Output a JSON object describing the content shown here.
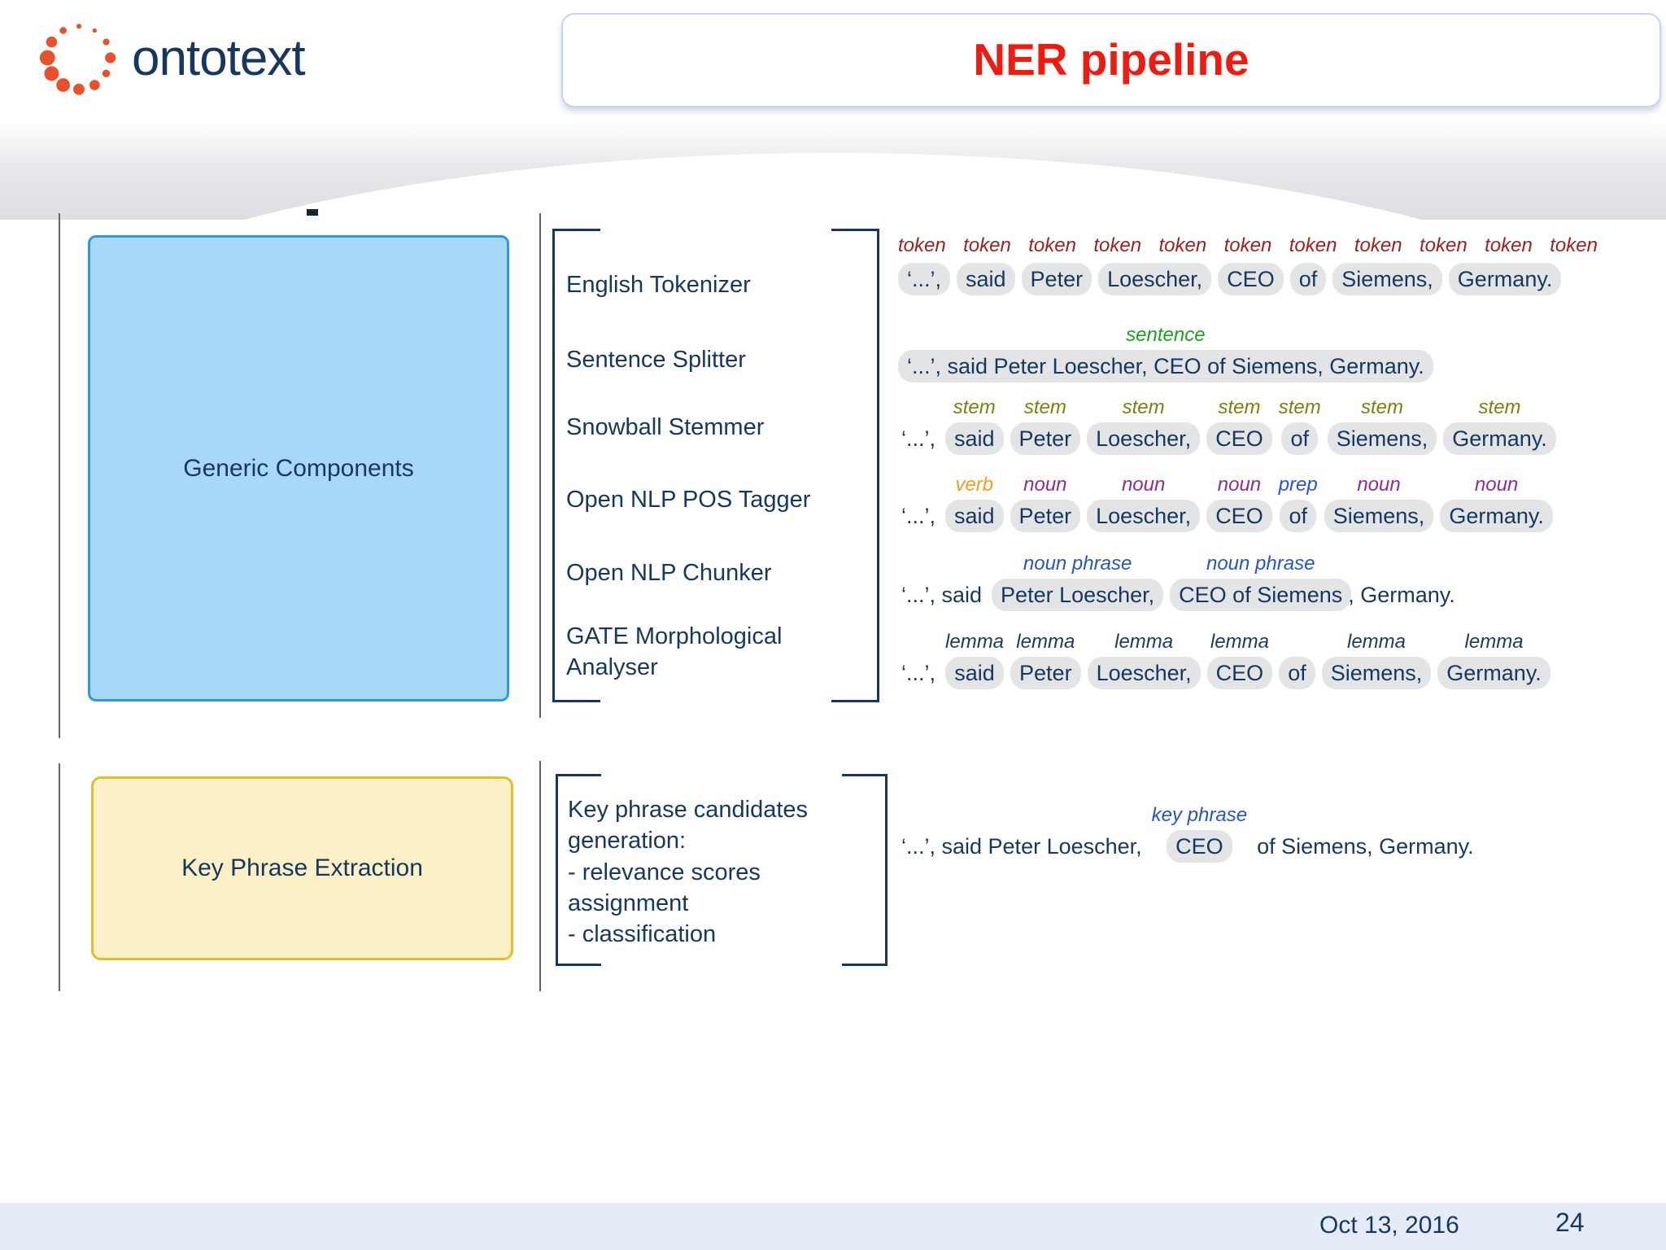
{
  "header": {
    "logo_text": "ontotext",
    "title": "NER pipeline"
  },
  "generic_section": {
    "box_label": "Generic Components",
    "components": [
      "English Tokenizer",
      "Sentence Splitter",
      "Snowball Stemmer",
      "Open NLP POS Tagger",
      "Open NLP Chunker",
      "GATE Morphological Analyser"
    ],
    "rows": [
      {
        "name": "tokens",
        "token_labels": [
          "token",
          "token",
          "token",
          "token",
          "token",
          "token",
          "token",
          "token",
          "token",
          "token",
          "token"
        ],
        "units": [
          {
            "t": "‘...’,",
            "p": true
          },
          {
            "t": "said",
            "p": true
          },
          {
            "t": "Peter",
            "p": true
          },
          {
            "t": "Loescher,",
            "p": true
          },
          {
            "t": "CEO",
            "p": true
          },
          {
            "t": "of",
            "p": true
          },
          {
            "t": "Siemens,",
            "p": true
          },
          {
            "t": "Germany.",
            "p": true
          }
        ]
      },
      {
        "name": "sentence",
        "units": [
          {
            "t": "‘...’, said Peter Loescher, CEO of Siemens, Germany.",
            "p": true,
            "l": "sentence",
            "c": "sentence"
          }
        ]
      },
      {
        "name": "stems",
        "units": [
          {
            "t": "‘...’,"
          },
          {
            "t": "said",
            "p": true,
            "l": "stem",
            "c": "stem"
          },
          {
            "t": "Peter",
            "p": true,
            "l": "stem",
            "c": "stem"
          },
          {
            "t": "Loescher,",
            "p": true,
            "l": "stem",
            "c": "stem"
          },
          {
            "t": "CEO",
            "p": true,
            "l": "stem",
            "c": "stem"
          },
          {
            "t": "of",
            "p": true,
            "l": "stem",
            "c": "stem"
          },
          {
            "t": "Siemens,",
            "p": true,
            "l": "stem",
            "c": "stem"
          },
          {
            "t": "Germany.",
            "p": true,
            "l": "stem",
            "c": "stem"
          }
        ]
      },
      {
        "name": "pos",
        "units": [
          {
            "t": "‘...’,"
          },
          {
            "t": "said",
            "p": true,
            "l": "verb",
            "c": "verb"
          },
          {
            "t": "Peter",
            "p": true,
            "l": "noun",
            "c": "noun"
          },
          {
            "t": "Loescher,",
            "p": true,
            "l": "noun",
            "c": "noun"
          },
          {
            "t": "CEO",
            "p": true,
            "l": "noun",
            "c": "noun"
          },
          {
            "t": "of",
            "p": true,
            "l": "prep",
            "c": "prep"
          },
          {
            "t": "Siemens,",
            "p": true,
            "l": "noun",
            "c": "noun"
          },
          {
            "t": "Germany.",
            "p": true,
            "l": "noun",
            "c": "noun"
          }
        ]
      },
      {
        "name": "noun-phrases",
        "units": [
          {
            "t": "‘...’, said"
          },
          {
            "t": "Peter Loescher,",
            "p": true,
            "l": "noun phrase",
            "c": "noun_phrase"
          },
          {
            "t": "CEO of Siemens",
            "p": true,
            "l": "noun phrase",
            "c": "noun_phrase"
          },
          {
            "t": ", Germany.",
            "tight": true
          }
        ]
      },
      {
        "name": "lemmas",
        "units": [
          {
            "t": "‘...’,"
          },
          {
            "t": "said",
            "p": true,
            "l": "lemma",
            "c": "lemma"
          },
          {
            "t": "Peter",
            "p": true,
            "l": "lemma",
            "c": "lemma"
          },
          {
            "t": "Loescher,",
            "p": true,
            "l": "lemma",
            "c": "lemma"
          },
          {
            "t": "CEO",
            "p": true,
            "l": "lemma",
            "c": "lemma"
          },
          {
            "t": "of",
            "p": true
          },
          {
            "t": "Siemens,",
            "p": true,
            "l": "lemma",
            "c": "lemma"
          },
          {
            "t": "Germany.",
            "p": true,
            "l": "lemma",
            "c": "lemma"
          }
        ]
      }
    ]
  },
  "keyphrase_section": {
    "box_label": "Key Phrase Extraction",
    "description_lines": [
      "Key phrase candidates generation:",
      "- relevance scores assignment",
      "- classification"
    ],
    "row": {
      "name": "key-phrase",
      "units": [
        {
          "t": "‘...’, said Peter Loescher,"
        },
        {
          "t": "CEO",
          "p": true,
          "l": "key phrase",
          "c": "key_phrase"
        },
        {
          "t": "of Siemens, Germany."
        }
      ]
    }
  },
  "footer": {
    "date": "Oct 13, 2016",
    "page": "24"
  },
  "colors": {
    "ink": "#17375E",
    "title_red": "#EE1B10",
    "pill": "#E3E4E6",
    "token": "#9E1F1F",
    "sentence": "#1CA11C",
    "stem": "#7E7E10",
    "verb": "#EFA020",
    "noun": "#8A2E93",
    "prep": "#2B50DE",
    "noun_phrase": "#2456C0",
    "lemma": "#1B3A5E",
    "key_phrase": "#2456C0",
    "blue_box_fill": "#A8D8F8",
    "blue_box_border": "#2E9BD8",
    "yellow_box_fill": "#FBF0C6",
    "yellow_box_border": "#E2BE2A",
    "logo_orange": "#E8512B",
    "footer_bg": "#E6EBF8"
  }
}
